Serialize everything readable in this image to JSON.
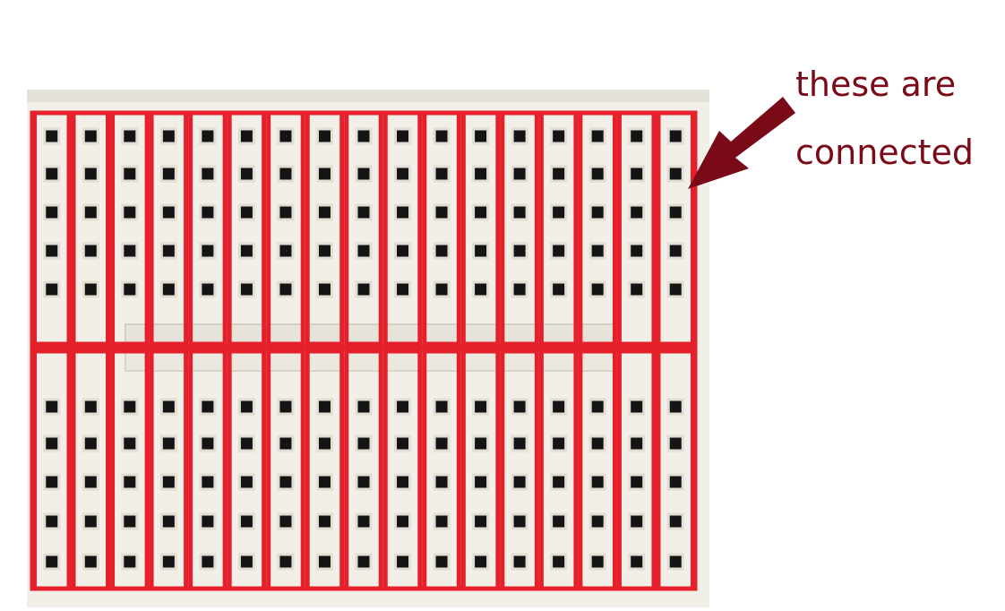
{
  "annotation": {
    "lines": [
      "these are",
      "connected"
    ],
    "text_color": "#7a0a18",
    "arrow_color": "#7a0a18"
  },
  "breadboard": {
    "columns": 17,
    "rows_per_half": 5,
    "halves": [
      "top",
      "bottom"
    ],
    "board_color": "#f1efe8",
    "hole_color": "#141414",
    "highlight_color": "#e5202a"
  }
}
